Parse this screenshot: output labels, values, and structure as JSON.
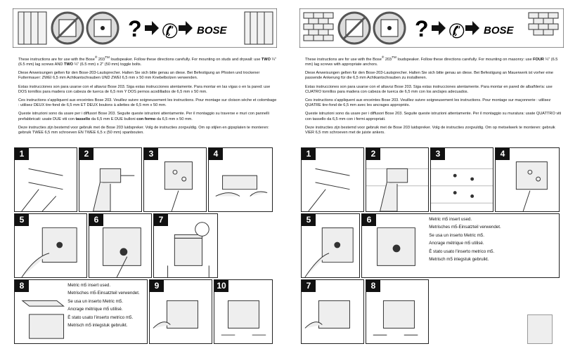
{
  "brand": "BOSE",
  "left": {
    "intro": {
      "pre": "These instructions are for use with the Bose",
      "sup": "®",
      "model": " 203",
      "tm": "TM",
      "rest": " loudspeaker. Follow these directions carefully. For mounting on studs and drywall: use ",
      "b1": "TWO",
      "mid": " ¼\" (6.5 mm) lag screws AND ",
      "b2": "TWO",
      "end": " ¼\" (6.5 mm) x 2\" (50 mm) toggle bolts."
    },
    "de": "Diese Anweisungen gelten für den Bose-203-Lautsprecher. Halten Sie sich bitte genau an diese. Bei Befestigung an Pfosten und trockener Futtermauer: ZWEI 6,5 mm Achtkantschrauben UND ZWEI  6,5 mm x 50 mm Knebelbolzen verwenden.",
    "es": "Estas instrucciones son para usarse con el altavoz Bose 203. Siga estas instrucciones atentamente. Para montar en las vigas o en la pared: use DOS tornillos para madera con cabeza de tuerca de 6,5 mm Y DOS pernos acodillados de 6,5 mm x 50 mm.",
    "fr": "Ces instructions s'appliquent aux enceintes Bose 203. Veuillez suivre soigneusement les instructions. Pour montage sur cloison sèche et colombage : utilisez DEUX tire-fond de 6,5 mm ET DEUX boulons à ailettes de 6,5 mm x 50 mm.",
    "it": {
      "pre": "Queste istruzioni sono da usare per i diffusori Bose 203. Seguite queste istruzioni attentamente. Per il montaggio su traverse e muri con pannelli prefabbricati: usate DUE viti con ",
      "b1": "tassello",
      "mid": " da 6,5 mm E DUE bulloni ",
      "b2": "con fermo",
      "end": " da 6,5 mm x 50 mm."
    },
    "nl": "Deze instructies zijn bestemd voor gebruik met de Bose 203 luidspreker. Volg de instructies zorgvuldig. Om op stijlen en gipsplaten te monteren: gebruik TWEE 6,5 mm schroeven EN TWEE 6,5 x (50 mm) spanbouten.",
    "steps": [
      "1",
      "2",
      "3",
      "4",
      "5",
      "6",
      "7",
      "8",
      "9",
      "10"
    ]
  },
  "right": {
    "intro": {
      "pre": "These instructions are for use with the Bose",
      "sup": "®",
      "model": " 203",
      "tm": "TM",
      "rest": " loudspeaker. Follow these directions carefully. For mounting on masonry: use ",
      "b1": "FOUR",
      "end": " ¼\" (6.5 mm) lag screws with appropriate anchors."
    },
    "de": "Diese Anweisungen gelten für den Bose-203-Lautsprecher. Halten Sie sich bitte genau an diese. Bei Befestigung an Mauerwerk ist vorher eine passende Ankerung für die 6,5 mm Achtkantschrauben zu installieren.",
    "es": "Estas instrucciones son para usarse con el altavoz Bose 203. Siga estas instrucciones atentamente. Para montar en pared de albañilería: use CUATRO tornillos para madera con cabeza de tuerca de 6,5 mm con los anclajes adecuados.",
    "fr": "Ces instructions s'appliquent aux enceintes Bose 203. Veuillez suivre soigneusement les instructions. Pour montage sur maçonnerie : utilisez QUATRE tire-fond de 6,5 mm avec les ancrages appropriés.",
    "it": "Queste istruzioni sono da usare per i diffusori Bose 203. Seguite queste istruzioni attentamente. Per il montaggio su muratura: usate QUATTRO viti con tassello da 6,5 mm con i fermi appropriati.",
    "nl": "Deze instructies zijn bestemd voor gebruik met de Bose 203 luidspreker. Volg de instructies zorgvuldig. Om op metselwerk te monteren: gebruik VIER 6,5 mm schroeven met de juiste ankers.",
    "steps": [
      "1",
      "2",
      "3",
      "4",
      "5",
      "6",
      "7",
      "8"
    ]
  },
  "metric": [
    "Metric m5 insert used.",
    "Metrisches m5-Einsatzteil verwendet.",
    "Se usa un inserto Metric m5.",
    "Ancrage métrique m5 utilisé.",
    "È stato usato l'inserto metrico m5.",
    "Metrisch m5 inlegstuk gebruikt."
  ],
  "icons": [
    "no-studs-icon",
    "no-mount-icon",
    "question-icon",
    "phone-icon",
    "arrow-icon"
  ]
}
